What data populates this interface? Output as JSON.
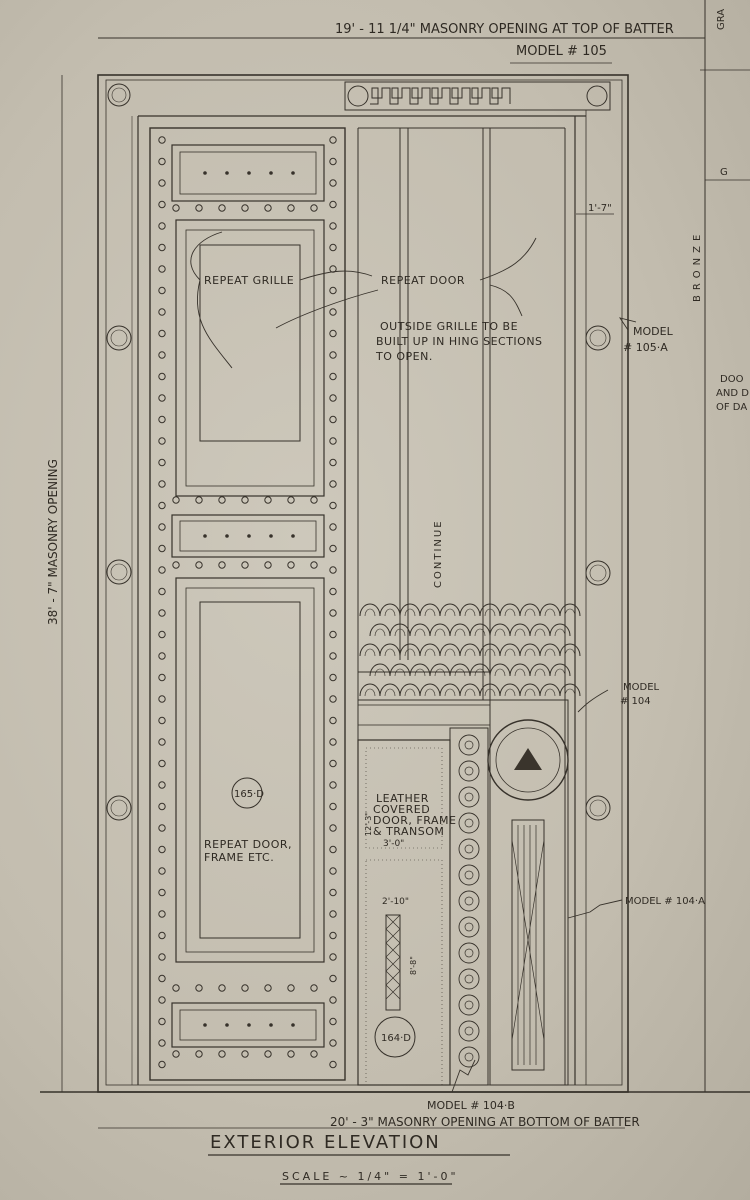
{
  "drawing": {
    "title": "EXTERIOR ELEVATION",
    "scale": "SCALE ~ 1/4\" = 1'-0\"",
    "top_dimension": "19' - 11 1/4\" MASONRY OPENING AT TOP OF BATTER",
    "bottom_dimension": "20' - 3\" MASONRY OPENING AT BOTTOM OF BATTER",
    "height_dimension": "38' - 7\" MASONRY OPENING",
    "column_width": "1'-7\"",
    "labels": {
      "model_105": "MODEL # 105",
      "model_105a_line1": "MODEL",
      "model_105a_line2": "# 105·A",
      "model_104_line1": "MODEL",
      "model_104_line2": "# 104",
      "model_104a": "MODEL # 104·A",
      "model_104b": "MODEL # 104·B",
      "repeat_grille": "REPEAT GRILLE",
      "repeat_door": "REPEAT DOOR",
      "outside_grille_1": "OUTSIDE GRILLE TO BE",
      "outside_grille_2": "BUILT UP IN HING SECTIONS",
      "outside_grille_3": "TO OPEN.",
      "continue": "CONTINUE",
      "bronze": "BRONZE",
      "repeat_door_frame_1": "REPEAT DOOR,",
      "repeat_door_frame_2": "FRAME ETC.",
      "leather_1": "LEATHER",
      "leather_2": "COVERED",
      "leather_3": "DOOR, FRAME",
      "leather_4": "& TRANSOM",
      "door_height": "12'-3\"",
      "door_width": "3'-0\"",
      "inner_width": "2'-10\"",
      "inner_height": "8'-8\"",
      "ref_165d": "165·D",
      "ref_164d": "164·D",
      "edge_gra": "GRA",
      "edge_g": "G",
      "edge_note_1": "DOO",
      "edge_note_2": "AND D",
      "edge_note_3": "OF DA"
    }
  }
}
